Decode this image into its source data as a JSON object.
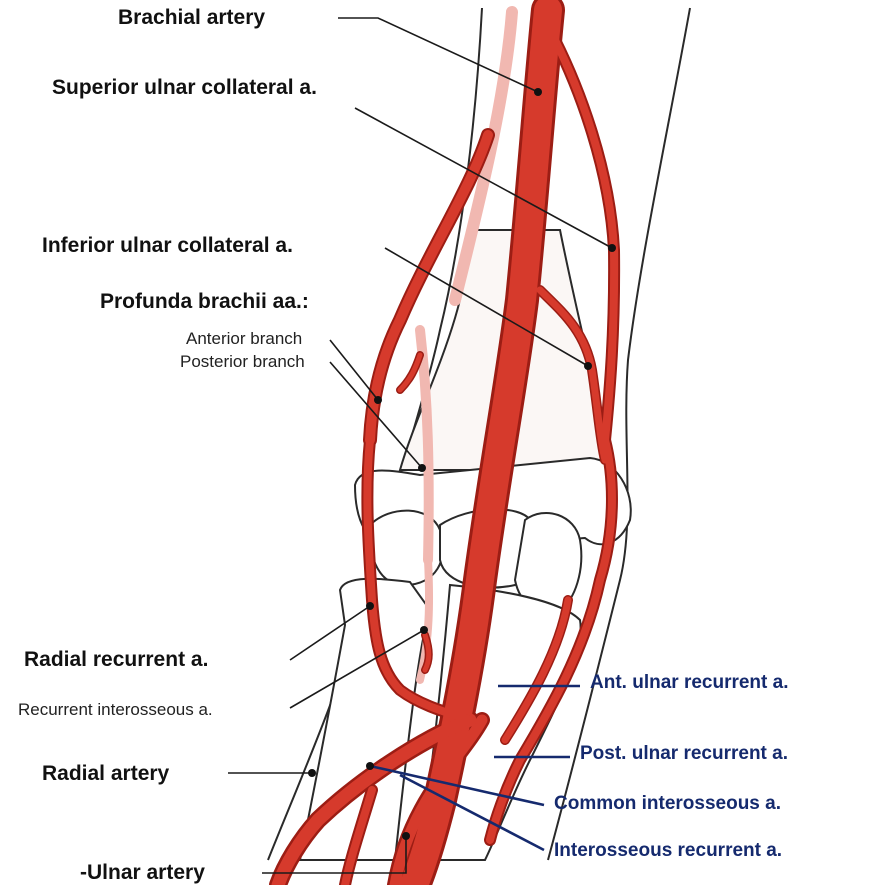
{
  "labels": {
    "brachial_artery": "Brachial artery",
    "superior_ulnar_collateral": "Superior ulnar collateral a.",
    "inferior_ulnar_collateral": "Inferior ulnar collateral a.",
    "profunda_brachii": "Profunda brachii aa.:",
    "anterior_branch": "Anterior branch",
    "posterior_branch": "Posterior branch",
    "radial_recurrent": "Radial recurrent a.",
    "recurrent_interosseous": "Recurrent interosseous a.",
    "radial_artery": "Radial artery",
    "ulnar_artery": "-Ulnar artery",
    "ant_ulnar_recurrent": "Ant. ulnar recurrent a.",
    "post_ulnar_recurrent": "Post. ulnar recurrent a.",
    "common_interosseous": "Common interosseous a.",
    "interosseous_recurrent": "Interosseous recurrent a."
  },
  "colors": {
    "artery": "#d63a2c",
    "artery_outline": "#9c1d14",
    "skin_outline": "#2a2a2a",
    "bone_fill": "#ffffff",
    "pink_vessel": "#f1b8b1",
    "leader_dark": "#1a1a1a",
    "leader_blue": "#152a6e"
  }
}
